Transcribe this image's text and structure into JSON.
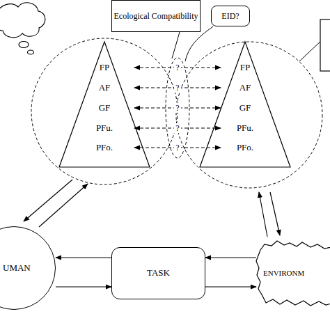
{
  "diagram": {
    "nodes": [
      {
        "text": [
          "Ecological Compatibility"
        ]
      },
      {
        "text": [
          "EID?"
        ]
      },
      {
        "text": [
          "FP"
        ]
      },
      {
        "text": [
          "AF"
        ]
      },
      {
        "text": [
          "GF"
        ]
      },
      {
        "text": [
          "PFu."
        ]
      },
      {
        "text": [
          "PFo."
        ]
      },
      {
        "text": [
          "FP"
        ]
      },
      {
        "text": [
          "AF"
        ]
      },
      {
        "text": [
          "GF"
        ]
      },
      {
        "text": [
          "PFu."
        ]
      },
      {
        "text": [
          "PFo."
        ]
      },
      {
        "text": [
          "UMAN"
        ]
      },
      {
        "text": [
          "TASK"
        ]
      },
      {
        "text": [
          "ENVIRONM"
        ]
      }
    ],
    "edges": [
      {
        "from": 2,
        "to": 7,
        "label": "?",
        "arrow": "both"
      },
      {
        "from": 3,
        "to": 8,
        "label": "?",
        "arrow": "both"
      },
      {
        "from": 4,
        "to": 9,
        "label": "?",
        "arrow": "both"
      },
      {
        "from": 5,
        "to": 10,
        "label": "?",
        "arrow": "both"
      },
      {
        "from": 6,
        "to": 11,
        "label": "?",
        "arrow": "both"
      },
      {
        "from": 13,
        "to": 12,
        "arrow": "to"
      },
      {
        "from": 12,
        "to": 13,
        "arrow": "to"
      },
      {
        "from": 14,
        "to": 13,
        "arrow": "to"
      },
      {
        "from": 13,
        "to": 14,
        "arrow": "to"
      }
    ]
  }
}
